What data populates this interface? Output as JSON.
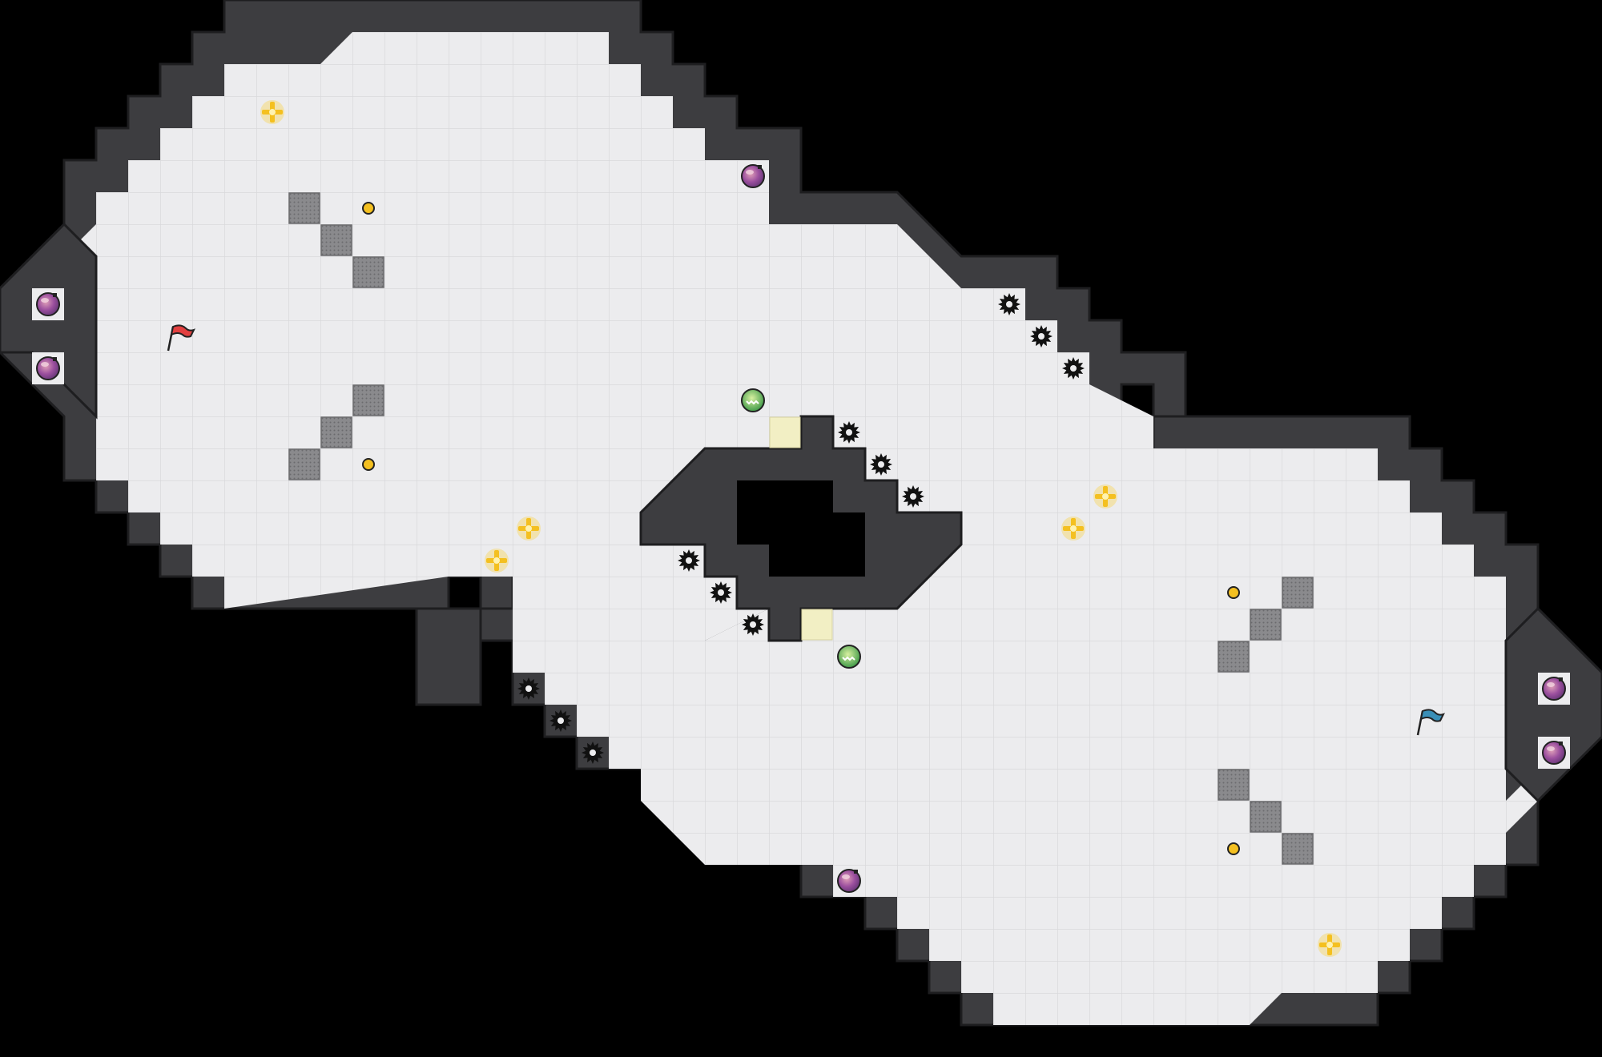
{
  "game": {
    "title": "",
    "scene": "capture-the-flag-arena",
    "colors": {
      "background": "#000000",
      "floor": "#ececee",
      "grid_line": "#d9d9dc",
      "wall": "#3d3d40",
      "wall_edge": "#1e1e20",
      "red_team": "#e24040",
      "blue_team": "#3a8fb7",
      "spike": "#111111",
      "boost": "#f4c020",
      "bomb": "#8a4fa0",
      "powerup": "#5fb64a",
      "gate": "#f2efc4"
    },
    "grid": {
      "cols": 50,
      "rows": 33
    },
    "flags": [
      {
        "team": "red",
        "icon": "red-flag-icon",
        "cell": [
          5,
          10
        ]
      },
      {
        "team": "blue",
        "icon": "blue-flag-icon",
        "cell": [
          44,
          22
        ]
      }
    ],
    "spikes": [
      [
        31,
        9
      ],
      [
        32,
        10
      ],
      [
        33,
        11
      ],
      [
        26,
        13
      ],
      [
        27,
        14
      ],
      [
        28,
        15
      ],
      [
        21,
        17
      ],
      [
        22,
        18
      ],
      [
        23,
        19
      ],
      [
        16,
        21
      ],
      [
        17,
        22
      ],
      [
        18,
        23
      ]
    ],
    "boosts": [
      [
        8,
        3
      ],
      [
        16,
        16
      ],
      [
        15,
        17
      ],
      [
        34,
        15
      ],
      [
        33,
        16
      ],
      [
        41,
        29
      ]
    ],
    "bombs": [
      [
        23,
        5
      ],
      [
        1,
        9
      ],
      [
        1,
        11
      ],
      [
        48,
        21
      ],
      [
        48,
        23
      ],
      [
        26,
        27
      ]
    ],
    "powerups": [
      [
        23,
        12
      ],
      [
        26,
        20
      ]
    ],
    "small_tokens": [
      [
        11,
        6
      ],
      [
        11,
        14
      ],
      [
        38,
        18
      ],
      [
        38,
        26
      ]
    ],
    "gates": [
      [
        24,
        13
      ],
      [
        25,
        19
      ]
    ],
    "blocks": [
      [
        9,
        6
      ],
      [
        10,
        7
      ],
      [
        11,
        8
      ],
      [
        11,
        12
      ],
      [
        10,
        13
      ],
      [
        9,
        14
      ],
      [
        40,
        18
      ],
      [
        39,
        19
      ],
      [
        38,
        20
      ],
      [
        38,
        24
      ],
      [
        39,
        25
      ],
      [
        40,
        26
      ]
    ]
  }
}
